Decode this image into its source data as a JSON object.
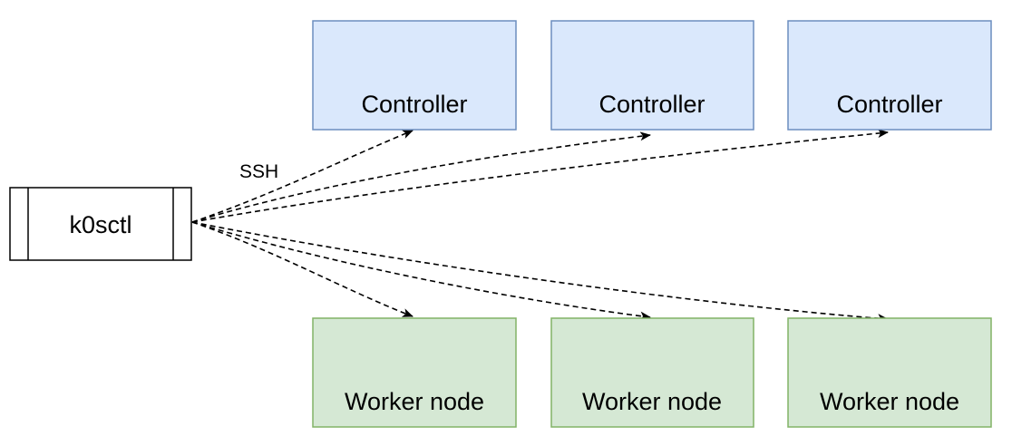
{
  "client": {
    "label": "k0sctl"
  },
  "connection_label": "SSH",
  "controllers": [
    {
      "label": "Controller"
    },
    {
      "label": "Controller"
    },
    {
      "label": "Controller"
    }
  ],
  "workers": [
    {
      "label": "Worker node"
    },
    {
      "label": "Worker node"
    },
    {
      "label": "Worker node"
    }
  ],
  "colors": {
    "controller_fill": "#dae8fc",
    "controller_stroke": "#6c8ebf",
    "worker_fill": "#d5e8d4",
    "worker_stroke": "#82b366",
    "client_fill": "#ffffff",
    "client_stroke": "#000000"
  }
}
